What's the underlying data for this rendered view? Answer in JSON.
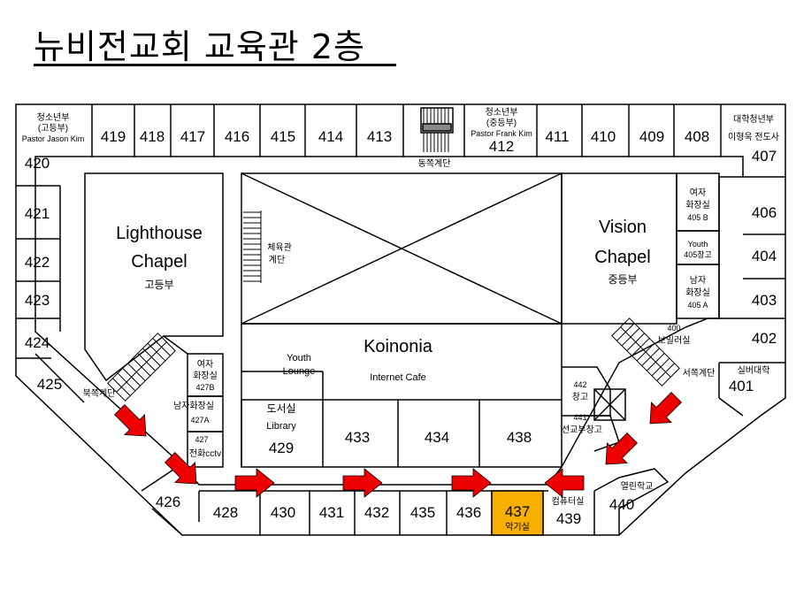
{
  "title": "뉴비전교회 교육관 2층",
  "colors": {
    "arrow": "#ee0000",
    "highlight": "#f7b000",
    "line": "#000000"
  },
  "rooms": {
    "r419": "419",
    "r418": "418",
    "r417": "417",
    "r416": "416",
    "r415": "415",
    "r414": "414",
    "r413": "413",
    "r412": "412",
    "r411": "411",
    "r410": "410",
    "r409": "409",
    "r408": "408",
    "r407": "407",
    "r406": "406",
    "r404": "404",
    "r403": "403",
    "r402": "402",
    "r401": "401",
    "r420": "420",
    "r421": "421",
    "r422": "422",
    "r423": "423",
    "r424": "424",
    "r425": "425",
    "r426": "426",
    "r428": "428",
    "r430": "430",
    "r431": "431",
    "r432": "432",
    "r435": "435",
    "r436": "436",
    "r437": "437",
    "r439": "439",
    "r440": "440",
    "r429": "429",
    "r433": "433",
    "r434": "434",
    "r438": "438",
    "r442": "442",
    "r441": "441",
    "r400": "400",
    "r405b": "405 B",
    "r405a": "405 A",
    "r427b": "427B",
    "r427a": "427A",
    "r427": "427"
  },
  "labels": {
    "youth_hs_top": "청소년부",
    "youth_hs_sub": "(고등부)",
    "youth_hs_pastor": "Pastor Jason Kim",
    "youth_ms_top": "청소년부",
    "youth_ms_sub": "(중등부)",
    "youth_ms_pastor": "Pastor Frank Kim",
    "college_top": "대학청년부",
    "college_sub": "이형욱 전도사",
    "east_stairs": "동쪽계단",
    "north_stairs": "북쪽계단",
    "west_stairs": "서쪽계단",
    "gym_stairs_1": "체육관",
    "gym_stairs_2": "계단",
    "lighthouse_1": "Lighthouse",
    "lighthouse_2": "Chapel",
    "lighthouse_3": "고등부",
    "vision_1": "Vision",
    "vision_2": "Chapel",
    "vision_3": "중등부",
    "koinonia": "Koinonia",
    "internet_cafe": "Internet Cafe",
    "youth_lounge_1": "Youth",
    "youth_lounge_2": "Lounge",
    "library_1": "도서실",
    "library_2": "Library",
    "women_rr_1": "여자",
    "women_rr_2": "화장실",
    "men_rr_1": "남자",
    "men_rr_2": "화장실",
    "youth_storage_1": "Youth",
    "youth_storage_2": "405창고",
    "boiler": "보일러실",
    "women_rr_w": "여자",
    "women_rr_w2": "화장실",
    "men_rr_w": "남자화장실",
    "phone_cctv": "전화cctv",
    "storage_442": "창고",
    "mission_storage": "선교부창고",
    "senior_college": "실버대학",
    "open_school": "열린학교",
    "computer_room": "컴퓨터실",
    "instrument_room": "악기실"
  }
}
